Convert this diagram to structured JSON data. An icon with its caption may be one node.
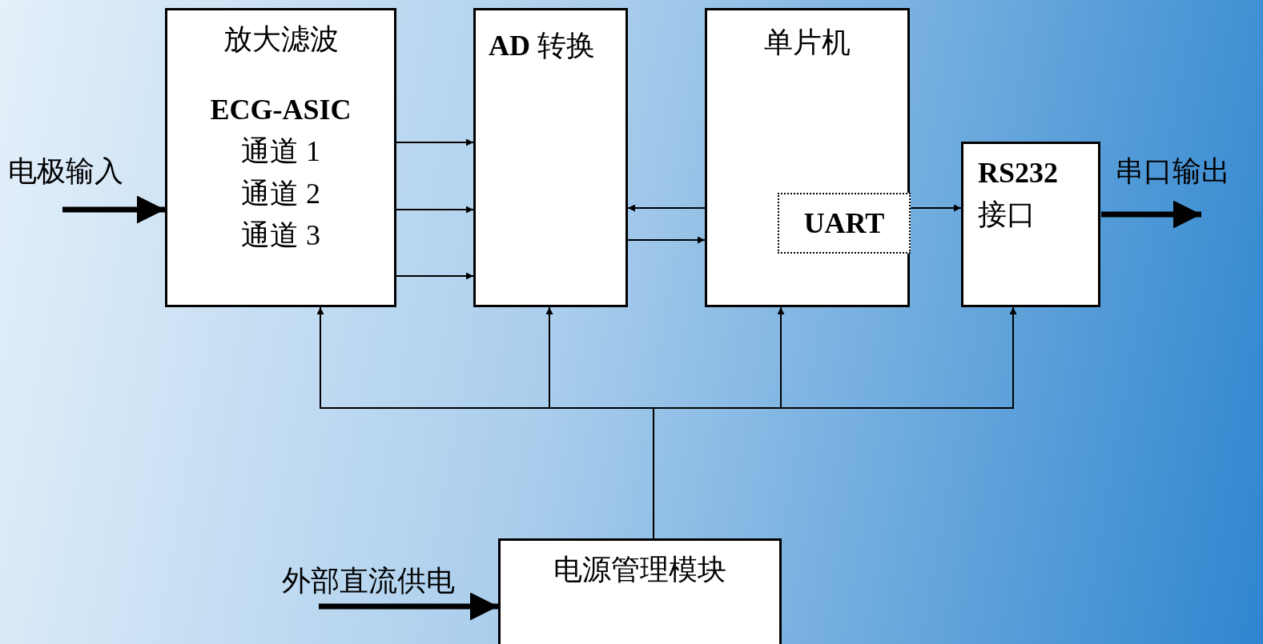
{
  "diagram": {
    "nodes": [
      {
        "text": [
          "放大滤波",
          "ECG-ASIC",
          "通道 1",
          "通道 2",
          "通道 3"
        ]
      },
      {
        "text": [
          "**AD** 转换"
        ]
      },
      {
        "text": [
          "单片机"
        ]
      },
      {
        "text": [
          "UART"
        ],
        "in": 2
      },
      {
        "text": [
          "**RS232** 接口"
        ]
      },
      {
        "text": [
          "电源管理模块"
        ]
      },
      {
        "text": [
          "电极输入"
        ]
      },
      {
        "text": [
          "串口输出"
        ]
      },
      {
        "text": [
          "外部直流供电"
        ]
      }
    ],
    "edges": [
      {
        "from": 0,
        "to": 1,
        "arrow": "to"
      },
      {
        "from": 0,
        "to": 1,
        "arrow": "to"
      },
      {
        "from": 0,
        "to": 1,
        "arrow": "to"
      },
      {
        "from": 2,
        "to": 1,
        "arrow": "to"
      },
      {
        "from": 1,
        "to": 2,
        "arrow": "to"
      },
      {
        "from": 3,
        "to": 4,
        "arrow": "to"
      },
      {
        "from": 5,
        "to": 0,
        "arrow": "to"
      },
      {
        "from": 5,
        "to": 1,
        "arrow": "to"
      },
      {
        "from": 5,
        "to": 2,
        "arrow": "to"
      },
      {
        "from": 5,
        "to": 4,
        "arrow": "to"
      },
      {
        "from": 6,
        "to": 0,
        "arrow": "to",
        "style": "thick"
      },
      {
        "from": 4,
        "to": 7,
        "arrow": "to",
        "style": "thick"
      },
      {
        "from": 8,
        "to": 5,
        "arrow": "to",
        "style": "thick"
      }
    ]
  }
}
